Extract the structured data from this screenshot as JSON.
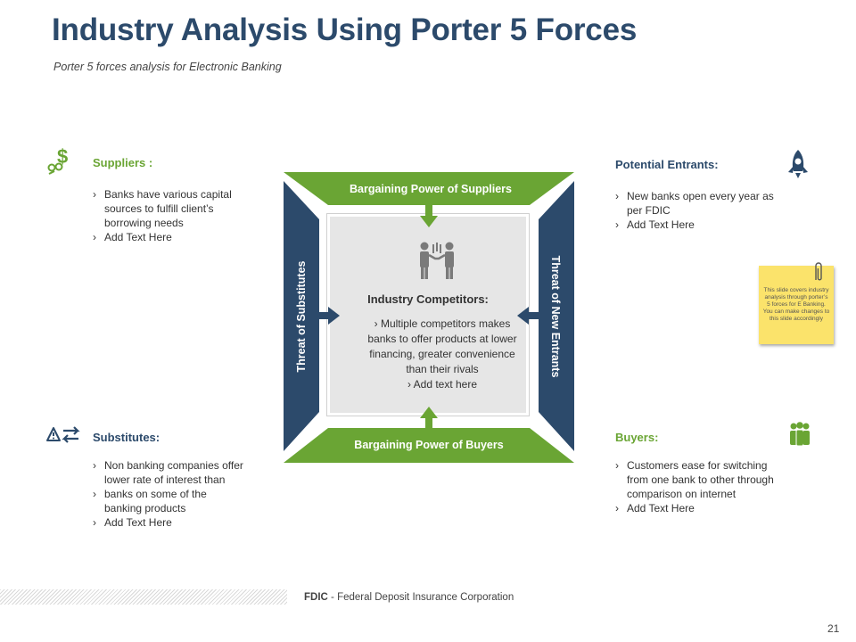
{
  "title": "Industry Analysis Using Porter 5 Forces",
  "subtitle": "Porter 5 forces analysis for Electronic Banking",
  "suppliers": {
    "heading": "Suppliers :",
    "icon": "money-connection-icon",
    "bullets": [
      "Banks have various capital sources to fulfill client’s borrowing needs",
      "Add Text Here"
    ]
  },
  "potential_entrants": {
    "heading": "Potential Entrants:",
    "icon": "rocket-icon",
    "bullets": [
      "New banks open every year as per FDIC",
      "Add Text Here"
    ]
  },
  "substitutes": {
    "heading": "Substitutes:",
    "icon": "swap-arrows-warning-icon",
    "bullets": [
      "Non banking companies offer lower rate of interest than",
      "banks on some of the banking products",
      "Add Text Here"
    ]
  },
  "buyers": {
    "heading": "Buyers:",
    "icon": "people-group-icon",
    "bullets": [
      "Customers ease for switching from one bank to other through comparison on internet",
      "Add Text Here"
    ]
  },
  "diagram": {
    "top_band": "Bargaining Power of Suppliers",
    "bottom_band": "Bargaining Power of Buyers",
    "left_band": "Threat of Substitutes",
    "right_band": "Threat of New Entrants",
    "center_icon": "handshake-people-icon",
    "center_title": "Industry Competitors:",
    "center_lines": [
      "› Multiple competitors makes",
      "banks to offer products at lower",
      "financing, greater convenience",
      "than their rivals",
      "› Add text here"
    ]
  },
  "note": "This slide covers industry analysis through porter’s 5 forces for E Banking. You can make changes to this slide accordingly",
  "footer": {
    "abbr": "FDIC",
    "text": " - Federal Deposit Insurance Corporation"
  },
  "page_number": "21",
  "colors": {
    "title": "#2c4a6b",
    "green": "#6aa534",
    "navy": "#2c4a6b",
    "note": "#fbe36b"
  }
}
